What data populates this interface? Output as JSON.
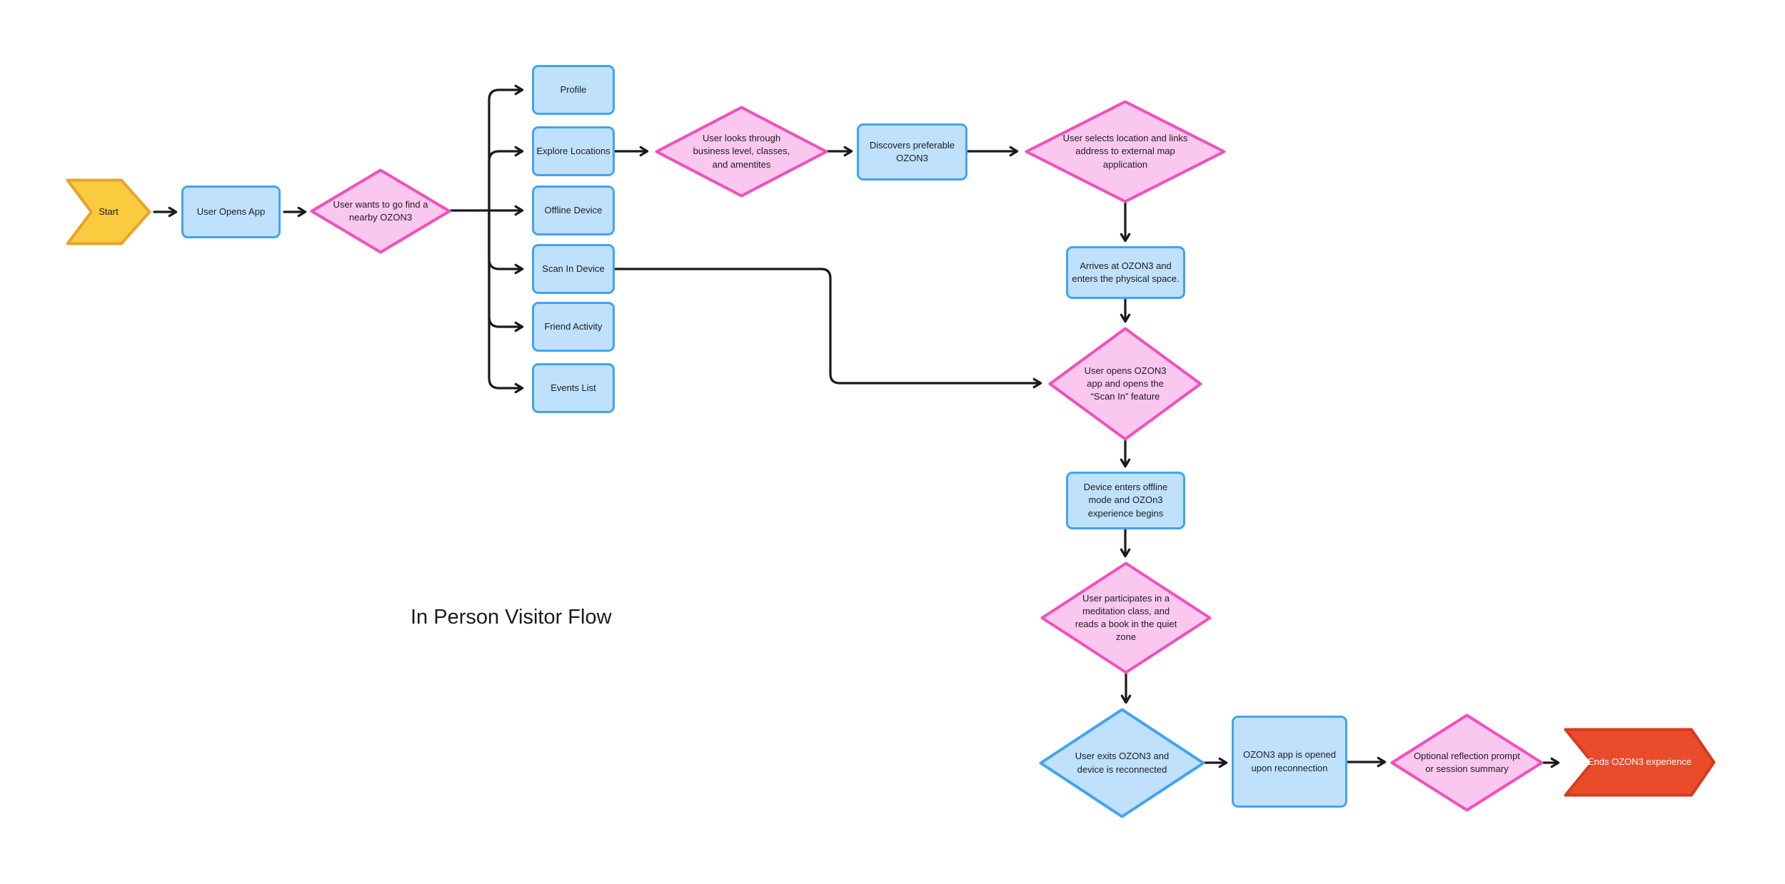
{
  "canvas": {
    "title": "In Person Visitor Flow",
    "background": "#FFFFFF"
  },
  "palette": {
    "process_fill": "#BFE1FC",
    "process_stroke": "#42A3F2",
    "decision_fill": "#FAC7EE",
    "decision_stroke": "#F24FBC",
    "decision_blue_fill": "#BFE1FC",
    "decision_blue_stroke": "#42A3F2",
    "start_fill": "#FACB3E",
    "start_stroke": "#E6A42C",
    "end_fill": "#EA4B2B",
    "end_stroke": "#D63A1D",
    "edge_color": "#1A1A1A",
    "text_color": "#1D1D1F",
    "end_text_color": "#FFFFFF"
  },
  "nodes": [
    {
      "id": "start",
      "shape": "chevron",
      "role": "start",
      "label": "Start"
    },
    {
      "id": "user-opens-app",
      "shape": "process",
      "label": "User Opens App"
    },
    {
      "id": "wants-nearby-ozon3",
      "shape": "decision",
      "label": "User wants to go find a nearby OZON3"
    },
    {
      "id": "profile",
      "shape": "process",
      "label": "Profile"
    },
    {
      "id": "explore-locations",
      "shape": "process",
      "label": "Explore Locations"
    },
    {
      "id": "offline-device",
      "shape": "process",
      "label": "Offline Device"
    },
    {
      "id": "scan-in-device",
      "shape": "process",
      "label": "Scan In Device"
    },
    {
      "id": "friend-activity",
      "shape": "process",
      "label": "Friend Activity"
    },
    {
      "id": "events-list",
      "shape": "process",
      "label": "Events List"
    },
    {
      "id": "looks-through-levels",
      "shape": "decision",
      "label": "User looks through business level, classes, and amentites"
    },
    {
      "id": "discovers-preferable",
      "shape": "process",
      "label": "Discovers preferable OZON3"
    },
    {
      "id": "selects-location",
      "shape": "decision",
      "label": "User selects location and links address to external map application"
    },
    {
      "id": "arrives-at-ozon3",
      "shape": "process",
      "label": "Arrives at OZON3 and enters the physical space."
    },
    {
      "id": "opens-scan-in-feature",
      "shape": "decision",
      "label": "User opens OZON3 app and opens the “Scan In” feature"
    },
    {
      "id": "device-enters-offline",
      "shape": "process",
      "label": "Device enters offline mode and OZOn3 experience begins"
    },
    {
      "id": "participates-meditation",
      "shape": "decision",
      "label": "User participates in a meditation class, and reads a book in the quiet zone"
    },
    {
      "id": "user-exits-reconnect",
      "shape": "decision-blue",
      "label": "User exits OZON3 and device is reconnected"
    },
    {
      "id": "app-reopened",
      "shape": "process",
      "label": "OZON3 app is opened upon reconnection"
    },
    {
      "id": "optional-reflection",
      "shape": "decision",
      "label": "Optional reflection prompt or session summary"
    },
    {
      "id": "ends-experience",
      "shape": "chevron",
      "role": "end",
      "label": "Ends OZON3 experience"
    }
  ],
  "edges": [
    {
      "from": "start",
      "to": "user-opens-app"
    },
    {
      "from": "user-opens-app",
      "to": "wants-nearby-ozon3"
    },
    {
      "from": "wants-nearby-ozon3",
      "to": "offline-device"
    },
    {
      "from": "wants-nearby-ozon3",
      "to": "profile"
    },
    {
      "from": "wants-nearby-ozon3",
      "to": "explore-locations"
    },
    {
      "from": "wants-nearby-ozon3",
      "to": "scan-in-device"
    },
    {
      "from": "wants-nearby-ozon3",
      "to": "friend-activity"
    },
    {
      "from": "wants-nearby-ozon3",
      "to": "events-list"
    },
    {
      "from": "explore-locations",
      "to": "looks-through-levels"
    },
    {
      "from": "looks-through-levels",
      "to": "discovers-preferable"
    },
    {
      "from": "discovers-preferable",
      "to": "selects-location"
    },
    {
      "from": "selects-location",
      "to": "arrives-at-ozon3"
    },
    {
      "from": "arrives-at-ozon3",
      "to": "opens-scan-in-feature"
    },
    {
      "from": "scan-in-device",
      "to": "opens-scan-in-feature"
    },
    {
      "from": "opens-scan-in-feature",
      "to": "device-enters-offline"
    },
    {
      "from": "device-enters-offline",
      "to": "participates-meditation"
    },
    {
      "from": "participates-meditation",
      "to": "user-exits-reconnect"
    },
    {
      "from": "user-exits-reconnect",
      "to": "app-reopened"
    },
    {
      "from": "app-reopened",
      "to": "optional-reflection"
    },
    {
      "from": "optional-reflection",
      "to": "ends-experience"
    }
  ]
}
